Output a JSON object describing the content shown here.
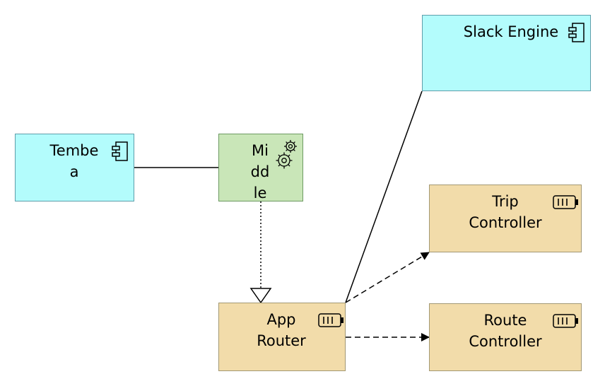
{
  "diagram": {
    "nodes": {
      "slack_engine": {
        "label": "Slack Engine",
        "icon": "component-icon",
        "fill": "#b3fcfc"
      },
      "tembea": {
        "label": "Tembe\na",
        "icon": "component-icon",
        "fill": "#b3fcfc"
      },
      "middle": {
        "label": "Mi\ndd\nle",
        "icon": "gears-icon",
        "fill": "#c9e6b8"
      },
      "trip_controller": {
        "label": "Trip\nController",
        "icon": "battery-icon",
        "fill": "#f2dcaa"
      },
      "app_router": {
        "label": "App\nRouter",
        "icon": "battery-icon",
        "fill": "#f2dcaa"
      },
      "route_controller": {
        "label": "Route\nController",
        "icon": "battery-icon",
        "fill": "#f2dcaa"
      }
    },
    "edges": [
      {
        "from": "tembea",
        "to": "middle",
        "style": "solid"
      },
      {
        "from": "middle",
        "to": "app_router",
        "style": "dotted",
        "head": "hollow-triangle"
      },
      {
        "from": "app_router",
        "to": "slack_engine",
        "style": "solid"
      },
      {
        "from": "app_router",
        "to": "trip_controller",
        "style": "dashed",
        "head": "filled-arrow"
      },
      {
        "from": "app_router",
        "to": "route_controller",
        "style": "dashed",
        "head": "filled-arrow"
      }
    ]
  }
}
